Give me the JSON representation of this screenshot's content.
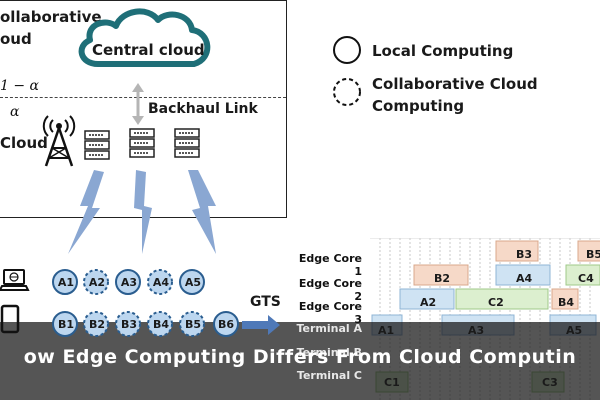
{
  "diagram": {
    "edge_note": "ollaborative",
    "edge_note2": "oud",
    "cloud_label": "Central cloud",
    "one_minus_alpha": "1 − α",
    "alpha": "α",
    "edge_cloud_label": "Cloud",
    "backhaul_label": "Backhaul Link",
    "gts_label": "GTS",
    "legend": {
      "local": "Local Computing",
      "collab_line1": "Collaborative Cloud",
      "collab_line2": "Computing"
    },
    "row1_tasks": [
      "A1",
      "A2",
      "A3",
      "A4",
      "A5"
    ],
    "row2_tasks": [
      "B1",
      "B2",
      "B3",
      "B4",
      "B5",
      "B6"
    ],
    "schedule": {
      "rows": [
        "Edge Core 1",
        "Edge Core 2",
        "Edge Core 3",
        "Terminal A",
        "Terminal B",
        "Terminal C"
      ],
      "blocks": [
        {
          "row": 0,
          "label": "B3",
          "color": "#f6d9c8"
        },
        {
          "row": 0,
          "label": "B5",
          "color": "#f6d9c8"
        },
        {
          "row": 1,
          "label": "B2",
          "color": "#f6d9c8"
        },
        {
          "row": 1,
          "label": "A4",
          "color": "#cfe3f3"
        },
        {
          "row": 1,
          "label": "C4",
          "color": "#dcefcf"
        },
        {
          "row": 2,
          "label": "A2",
          "color": "#cfe3f3"
        },
        {
          "row": 2,
          "label": "C2",
          "color": "#dcefcf"
        },
        {
          "row": 2,
          "label": "B4",
          "color": "#f6d9c8"
        },
        {
          "row": 3,
          "label": "A1",
          "color": "#cfe3f3"
        },
        {
          "row": 3,
          "label": "A3",
          "color": "#cfe3f3"
        },
        {
          "row": 3,
          "label": "A5",
          "color": "#cfe3f3"
        },
        {
          "row": 5,
          "label": "C1",
          "color": "#dcefcf"
        },
        {
          "row": 5,
          "label": "C3",
          "color": "#dcefcf"
        }
      ]
    },
    "colors": {
      "cloud_stroke": "#1f6f78",
      "arrow_blue": "#7f9fcf",
      "task_fill": "#bcd6ef",
      "task_stroke": "#2a5d8f"
    }
  },
  "caption": {
    "title": "ow Edge Computing Differs From Cloud Computin"
  }
}
